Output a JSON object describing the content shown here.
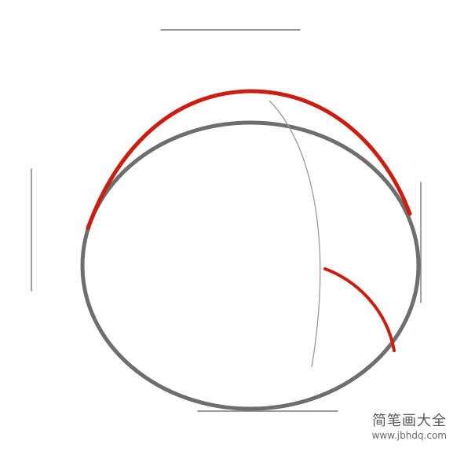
{
  "drawing": {
    "subject": "simple line drawing step: outline with red guide curves",
    "colors": {
      "outline": "#6e6e6e",
      "guide_line": "#9a9a9a",
      "accent": "#cc1d0f",
      "frame_marks": "#7a7a7a",
      "background": "#ffffff"
    }
  },
  "watermark": {
    "title": "简笔画大全",
    "url": "www.jbhdq.com"
  }
}
